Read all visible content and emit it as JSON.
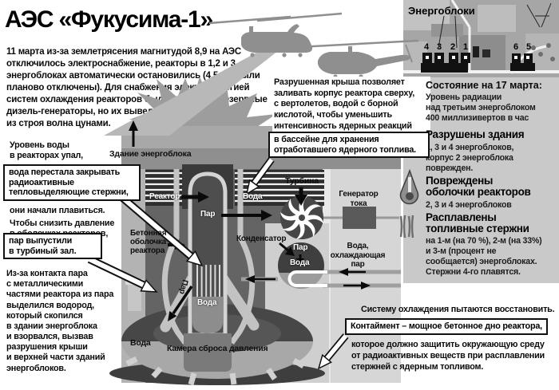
{
  "title": "АЭС «Фукусима-1»",
  "intro": "11 марта из-за землетрясения магнитудой 8,9 на АЭС\nотключилось электроснабжение, реакторы в 1,2 и 3\nэнергоблоках автоматически остановились (4,5 и 6 были\nпланово отключены). Для снабжения электроэнергией\nсистем охлаждения реакторов были запущены резервные\nдизель-генераторы, но их вывела\nиз строя волна цунами.",
  "left_notes": {
    "water_level_intro": "Уровень воды\nв реакторах упал,",
    "water_level_boxed": "вода перестала закрывать\nрадиоактивные\nтепловыделяющие стержни,",
    "water_level_outro": "они начали плавиться.",
    "pressure_intro": "Чтобы снизить давление\nв оболочках реакторов,",
    "pressure_boxed": "пар выпустили\nв турбиный зал.",
    "hydrogen": "Из-за контакта пара\nс металлическими\nчастями реактора из пара\nвыделился водород,\nкоторый скопился\nв здании энергоблока\nи взорвался, вызвав\nразрушения крыши\nи верхней части зданий\nэнергоблоков."
  },
  "center_note": {
    "roof_text": "Разрушенная крыша позволяет\nзаливать корпус реактора сверху,\nс вертолетов, водой с борной\nкислотой, чтобы уменьшить\nинтенсивность ядерных реакций",
    "pool_boxed": "в бассейне для хранения\nотработавшего ядерного топлива."
  },
  "diagram_labels": {
    "building": "Здание энергоблока",
    "reactor": "Реактор",
    "pool_water": "Вода",
    "steam_main": "Пар",
    "turbine": "Турбина",
    "generator": "Генератор\nтока",
    "concrete_shell": "Бетонная\nоболочка\nреактора",
    "condenser": "Конденсатор",
    "condenser_steam": "Пар",
    "condenser_water": "Вода",
    "cooling_water": "Вода,\nохлаждающая\nпар",
    "steam_pipe": "Пар",
    "vessel_water": "Вода",
    "torus_water": "Вода",
    "suppression_chamber": "Камера сброса давления"
  },
  "map": {
    "title": "Энергоблоки",
    "unit_numbers": [
      "4",
      "3",
      "2",
      "1",
      "6",
      "5"
    ]
  },
  "status_panel": {
    "heading": "Состояние на 17 марта:",
    "radiation": "Уровень радиации\nнад третьим энергоблоком\n400 миллизивертов в час",
    "destroyed_heading": "Разрушены здания",
    "destroyed_text": "1, 3 и 4 энергоблоков,\nкорпус 2 энергоблока\nповрежден.",
    "damaged_heading": "Повреждены\nоболочки реакторов",
    "damaged_text": "2, 3 и 4 энергоблоков",
    "melted_heading": "Расплавлены\nтопливные стержни",
    "melted_text": "на 1-м (на 70 %), 2-м (на 33%)\nи 3-м (процент не\nсообщается) энергоблоках.\nСтержни 4-го плавятся."
  },
  "bottom_notes": {
    "cooling": "Систему охлаждения пытаются восстановить.",
    "containment_boxed": "Контаймент – мощное бетонное дно реактора,",
    "containment_text": "которое должно защитить окружающую среду\nот радиоактивных веществ при расплавлении\nстержней с ядерным топливом."
  },
  "colors": {
    "panel_bg": "#c9c9c9",
    "map_bg": "#a6a6a6",
    "diagram_bg": "#6b6b6b"
  }
}
